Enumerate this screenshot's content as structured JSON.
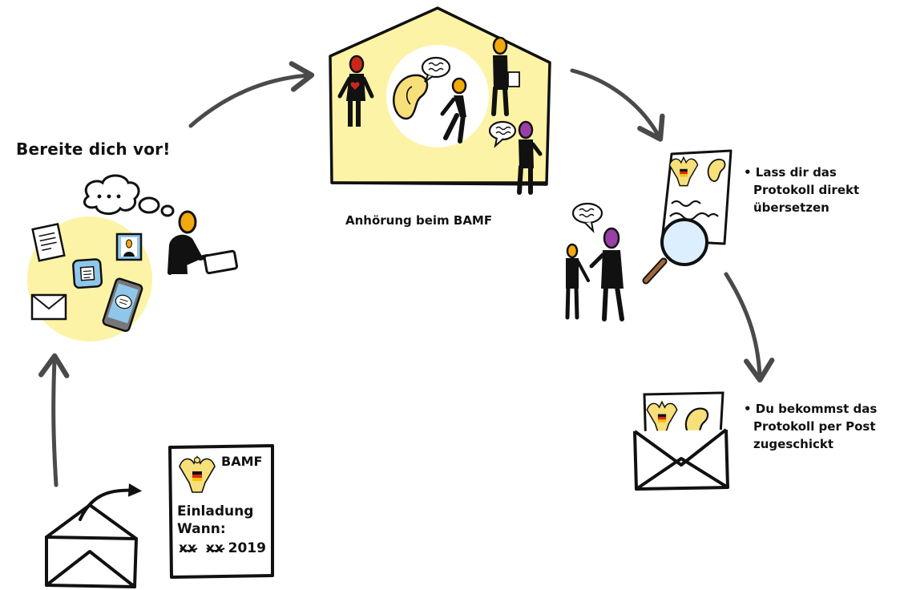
{
  "texts": {
    "prepare_title": "Bereite dich vor!",
    "hearing_caption": "Anhörung beim BAMF",
    "translate_note": {
      "line1": "• Lass dir das",
      "line2": "Protokoll direkt",
      "line3": "übersetzen"
    },
    "mail_note": {
      "line1": "• Du bekommst das",
      "line2": "Protokoll per Post",
      "line3": "zugeschickt"
    },
    "letter": {
      "sender": "BAMF",
      "subject": "Einladung",
      "when_label": "Wann:",
      "date": "xx  xx 2019"
    }
  },
  "colors": {
    "accent_yellow": "#fdf3a6",
    "ink": "#111111",
    "arrow_grey": "#4a4a4a",
    "head_orange": "#f2a80f",
    "head_red": "#c8281c",
    "head_purple": "#9a3fa8",
    "device_blue": "#8fc7ea"
  },
  "icons": [
    "envelope-icon",
    "letter-icon",
    "eagle-icon",
    "ear-icon",
    "speech-bubble-icon",
    "thought-bubble-icon",
    "magnifier-icon",
    "tablet-icon",
    "smartphone-icon",
    "document-icon",
    "house-icon",
    "person-icon",
    "arrow-icon"
  ]
}
